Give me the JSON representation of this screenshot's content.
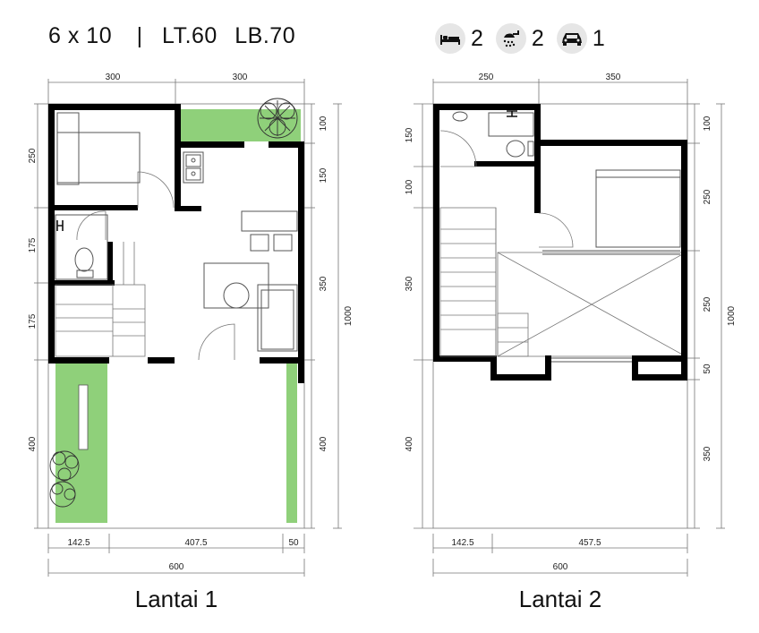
{
  "header": {
    "size": "6 x 10",
    "separator": "|",
    "lt": "LT.60",
    "lb": "LB.70"
  },
  "amenities": [
    {
      "icon": "bed-icon",
      "count": "2"
    },
    {
      "icon": "shower-icon",
      "count": "2"
    },
    {
      "icon": "car-icon",
      "count": "1"
    }
  ],
  "floor1": {
    "label": "Lantai 1",
    "dims": {
      "top_a": "300",
      "top_b": "300",
      "left_1": "250",
      "left_2": "175",
      "left_3": "175",
      "left_4": "400",
      "right_1": "100",
      "right_2": "150",
      "right_3": "350",
      "right_4": "400",
      "right_total": "1000",
      "bottom_a": "142.5",
      "bottom_b": "407.5",
      "bottom_c": "50",
      "bottom_total": "600"
    }
  },
  "floor2": {
    "label": "Lantai 2",
    "dims": {
      "top_a": "250",
      "top_b": "350",
      "left_1": "150",
      "left_2": "100",
      "left_3": "350",
      "left_4": "400",
      "right_1": "100",
      "right_2": "250",
      "right_3": "250",
      "right_4": "50",
      "right_5": "350",
      "right_total": "1000",
      "bottom_a": "142.5",
      "bottom_b": "457.5",
      "bottom_total": "600"
    }
  },
  "colors": {
    "wall": "#000000",
    "garden": "#8fd07a",
    "icon_bg": "#e6e6e6"
  }
}
